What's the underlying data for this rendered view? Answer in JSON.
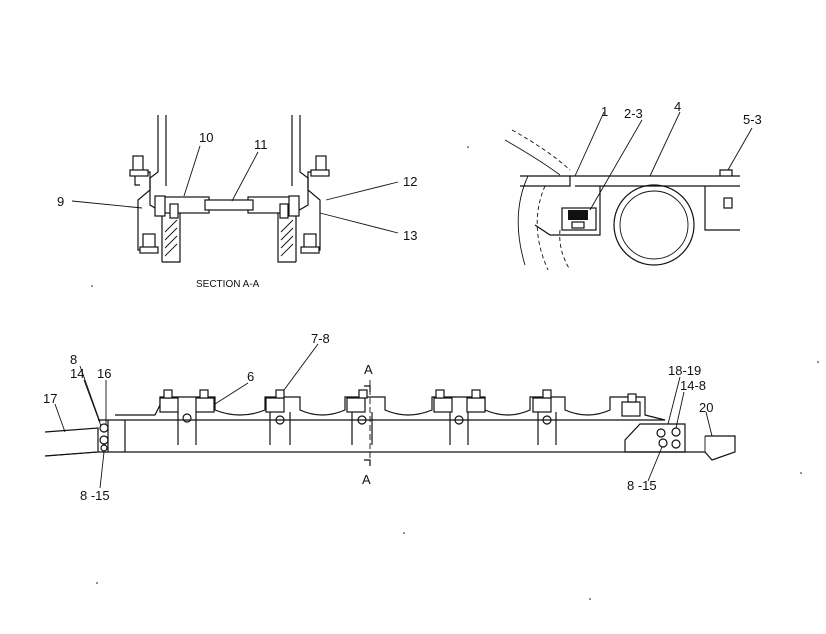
{
  "section_view": {
    "caption": "SECTION A-A",
    "callouts": [
      "9",
      "10",
      "11",
      "12",
      "13"
    ]
  },
  "detail_view": {
    "callouts": [
      "1",
      "2-3",
      "4",
      "5-3"
    ]
  },
  "main_view": {
    "callouts": [
      "6",
      "7-8",
      "8",
      "14",
      "16",
      "17",
      "8 -15",
      "18-19",
      "14-8",
      "20",
      "8 -15"
    ],
    "section_markers": [
      "A",
      "A"
    ]
  }
}
